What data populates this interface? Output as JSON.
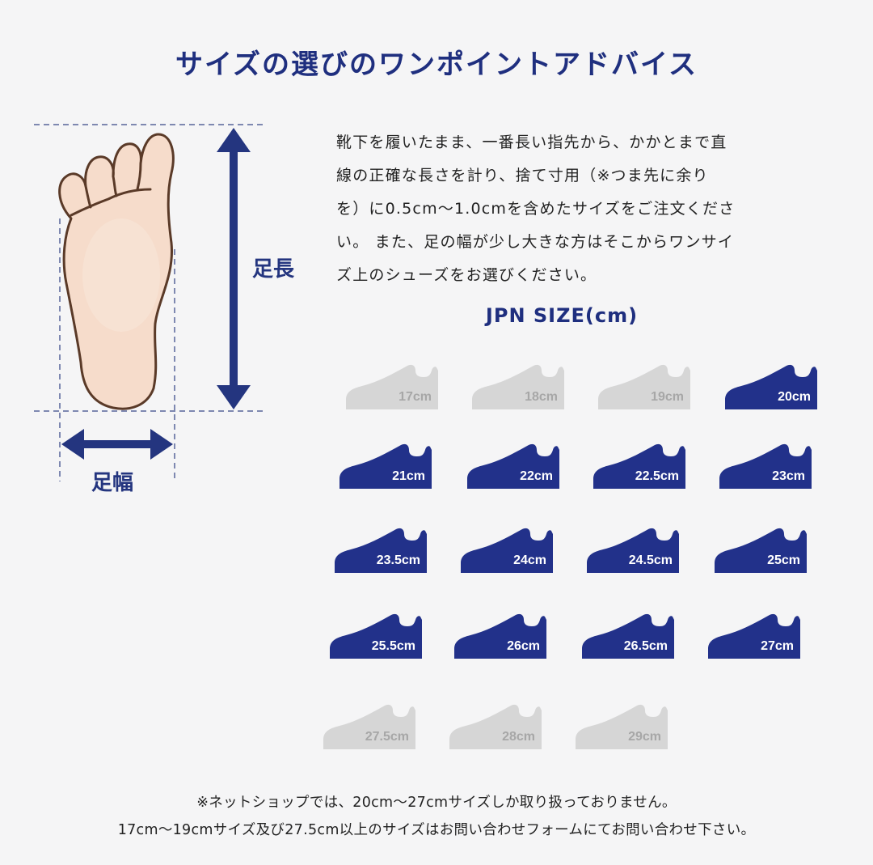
{
  "title": "サイズの選びのワンポイントアドバイス",
  "diagram": {
    "length_label": "足長",
    "width_label": "足幅",
    "colors": {
      "arrow": "#24357f",
      "skin": "#f6dccb",
      "outline": "#5a3a28"
    }
  },
  "description": [
    "靴下を履いたまま、一番長い指先から、かかとまで直",
    "線の正確な長さを計り、捨て寸用（※つま先に余り",
    "を）に0.5cm～1.0cmを含めたサイズをご注文くださ",
    "い。 また、足の幅が少し大きな方はそこからワンサイ",
    "ズ上のシューズをお選びください。"
  ],
  "size_heading": "JPN SIZE(cm)",
  "colors": {
    "available": "#22318a",
    "unavailable": "#d6d6d6",
    "accent": "#1f2f7f"
  },
  "sizes": [
    {
      "label": "17cm",
      "available": false
    },
    {
      "label": "18cm",
      "available": false
    },
    {
      "label": "19cm",
      "available": false
    },
    {
      "label": "20cm",
      "available": true
    },
    {
      "label": "21cm",
      "available": true
    },
    {
      "label": "22cm",
      "available": true
    },
    {
      "label": "22.5cm",
      "available": true
    },
    {
      "label": "23cm",
      "available": true
    },
    {
      "label": "23.5cm",
      "available": true
    },
    {
      "label": "24cm",
      "available": true
    },
    {
      "label": "24.5cm",
      "available": true
    },
    {
      "label": "25cm",
      "available": true
    },
    {
      "label": "25.5cm",
      "available": true
    },
    {
      "label": "26cm",
      "available": true
    },
    {
      "label": "26.5cm",
      "available": true
    },
    {
      "label": "27cm",
      "available": true
    },
    {
      "label": "27.5cm",
      "available": false
    },
    {
      "label": "28cm",
      "available": false
    },
    {
      "label": "29cm",
      "available": false
    }
  ],
  "footnote": [
    "※ネットショップでは、20cm～27cmサイズしか取り扱っておりません。",
    "17cm～19cmサイズ及び27.5cm以上のサイズはお問い合わせフォームにてお問い合わせ下さい。"
  ]
}
